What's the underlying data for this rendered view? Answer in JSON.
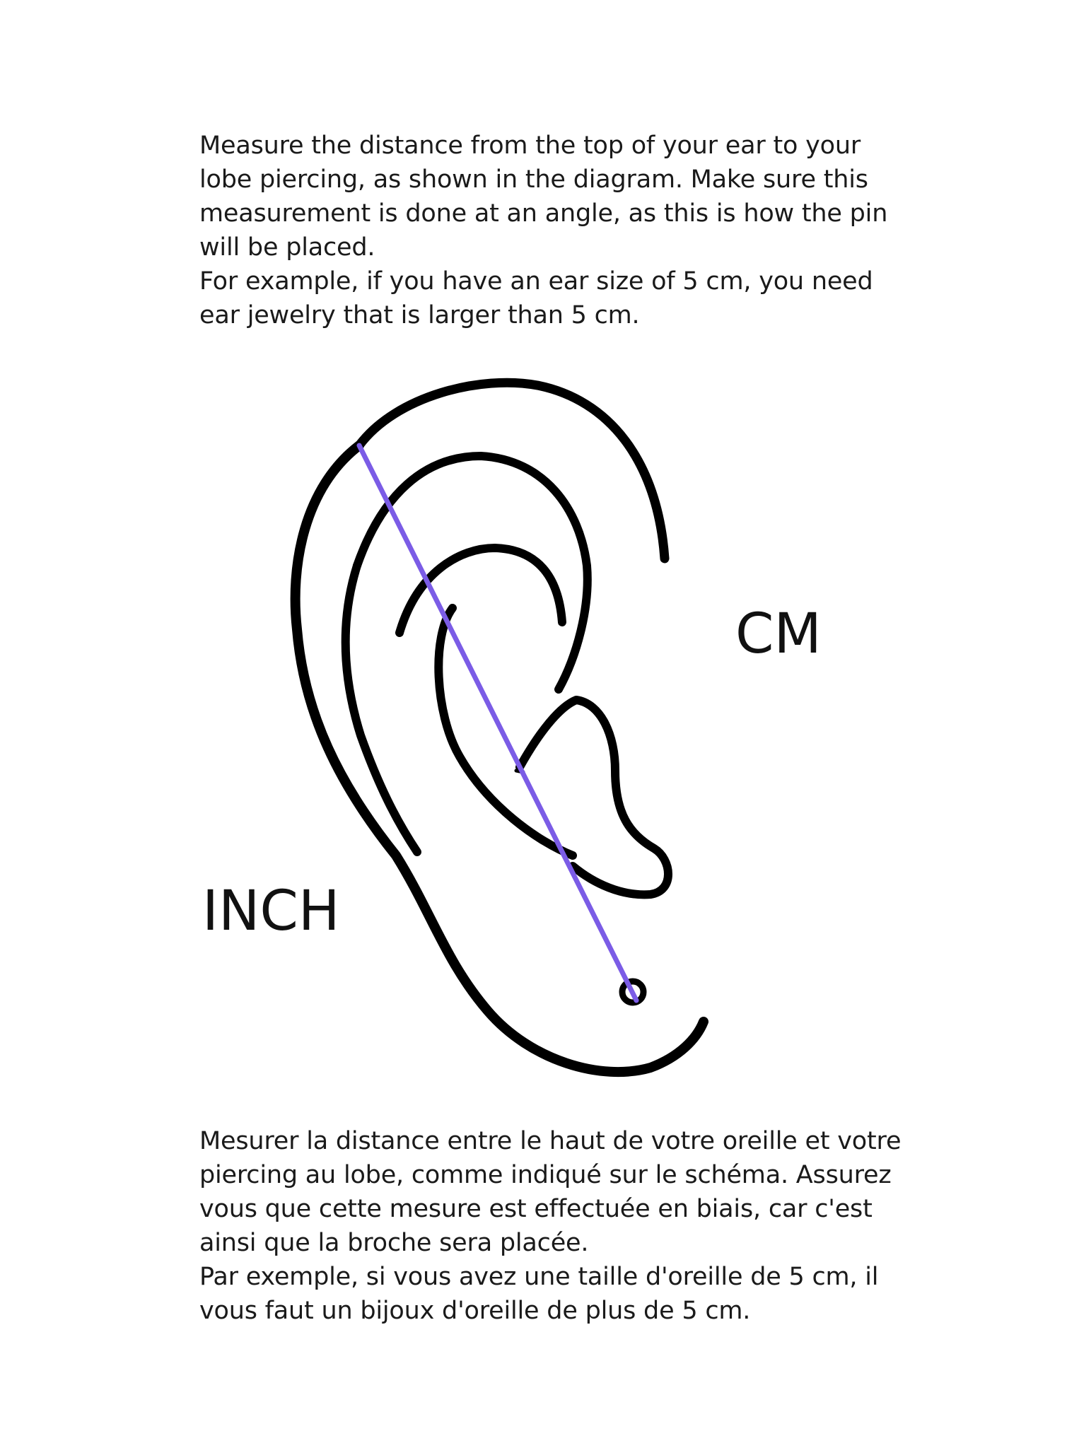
{
  "english": {
    "paragraph_1": "Measure the distance from the top of your ear to your lobe piercing, as shown in the diagram. Make sure this measurement is done at an angle, as this is how the pin will be placed.",
    "paragraph_2": "For example, if you have an ear size of 5 cm, you need ear jewelry that is larger than 5 cm."
  },
  "diagram": {
    "cm_label": "CM",
    "inch_label": "INCH",
    "measure_line_color": "#7b5ce6",
    "outline_color": "#000000"
  },
  "french": {
    "paragraph_1": "Mesurer la distance entre le haut de votre oreille et votre piercing au lobe, comme indiqué sur le schéma. Assurez vous que cette mesure est effectuée en biais, car c'est ainsi que la broche sera placée.",
    "paragraph_2": "Par exemple, si vous avez une taille d'oreille de 5 cm, il vous faut un bijoux d'oreille de plus de 5 cm."
  }
}
